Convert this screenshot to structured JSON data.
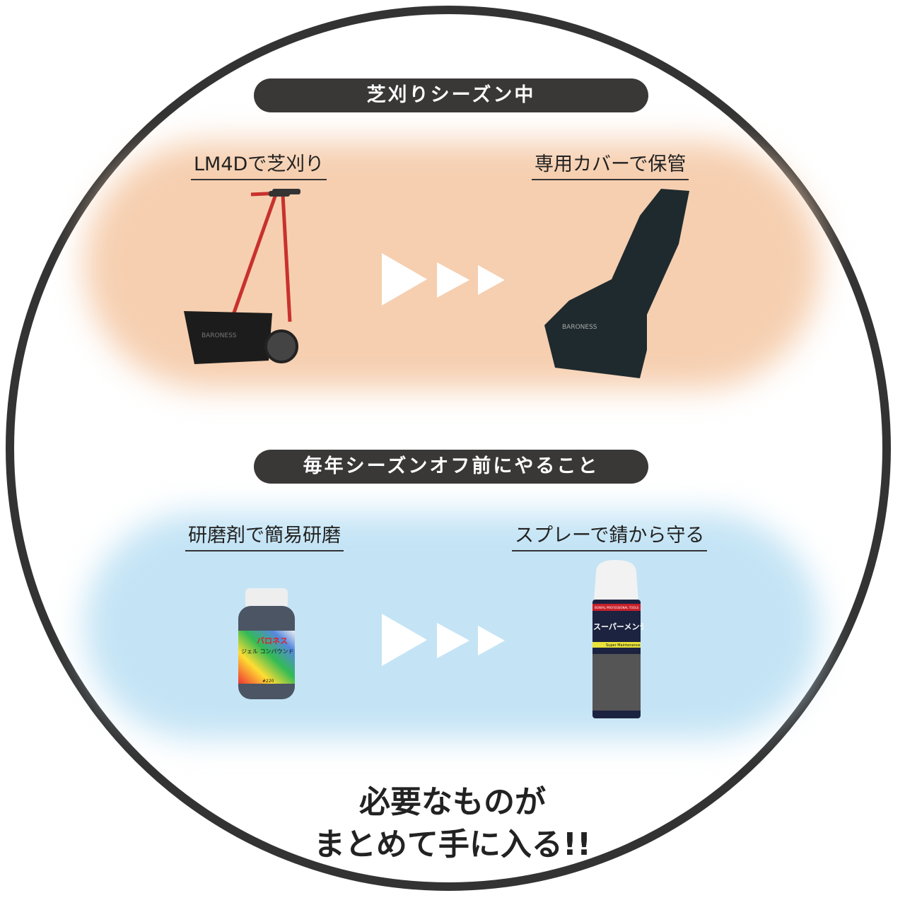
{
  "sections": [
    {
      "heading": "芝刈りシーズン中",
      "left_label": "LM4Dで芝刈り",
      "right_label": "専用カバーで保管",
      "left_brand": "BARONESS",
      "right_brand": "BARONESS",
      "color": "#f6cfb0"
    },
    {
      "heading": "毎年シーズンオフ前にやること",
      "left_label": "研磨剤で簡易研磨",
      "right_label": "スプレーで錆から守る",
      "left_brand": "バロネス",
      "left_product": "ジェル コンパウンド",
      "left_grit": "#220",
      "right_product": "スーパーメンテ",
      "right_sub": "Super Maintenance",
      "right_top": "BONFAL PROFESSIONAL TOOLS",
      "color": "#c4e4f5"
    }
  ],
  "footer": {
    "line1": "必要なものが",
    "line2": "まとめて手に入る!!"
  }
}
